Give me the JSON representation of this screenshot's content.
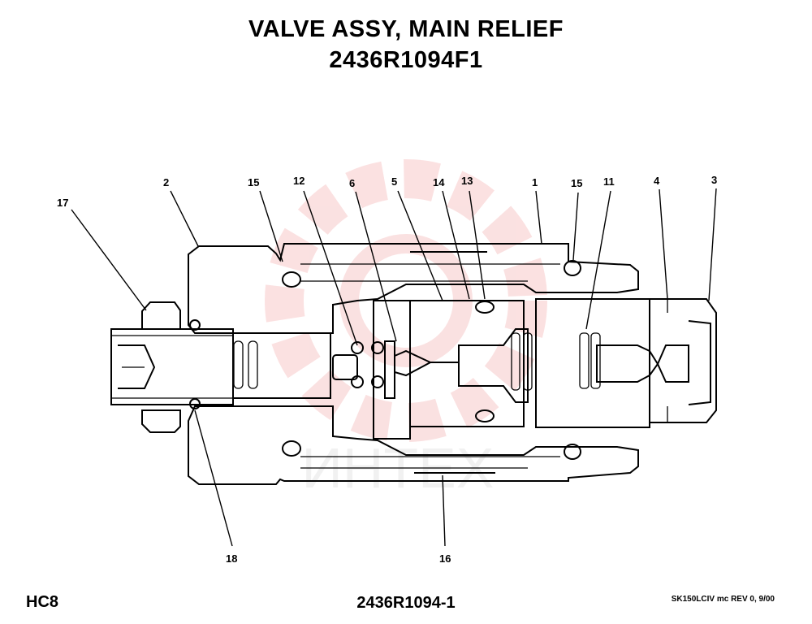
{
  "title": "VALVE ASSY, MAIN RELIEF",
  "part_number": "2436R1094F1",
  "footer": {
    "left": "HC8",
    "center": "2436R1094-1",
    "right": "SK150LCIV mc REV 0, 9/00"
  },
  "watermark": "ИНТЕХ",
  "callouts": [
    "17",
    "2",
    "15",
    "12",
    "6",
    "5",
    "14",
    "13",
    "1",
    "15",
    "11",
    "4",
    "3",
    "18",
    "16"
  ]
}
